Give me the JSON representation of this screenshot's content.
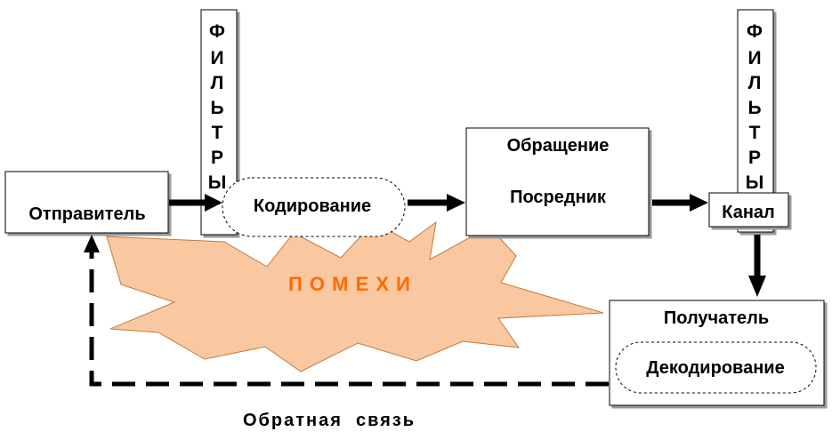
{
  "nodes": {
    "sender": "Отправитель",
    "encoding": "Кодирование",
    "mediator_title": "Обращение",
    "mediator_label": "Посредник",
    "channel": "Канал",
    "receiver": "Получатель",
    "decoding": "Декодирование"
  },
  "filters": {
    "left": [
      "Ф",
      "И",
      "Л",
      "Ь",
      "Т",
      "Р",
      "Ы"
    ],
    "right": [
      "Ф",
      "И",
      "Л",
      "Ь",
      "Т",
      "Р",
      "Ы"
    ]
  },
  "noise": {
    "label": "П О М Е Х И",
    "fill_color": "#f9c8a0",
    "text_color": "#ff6a00"
  },
  "feedback": {
    "label": "Обратная  связь"
  }
}
